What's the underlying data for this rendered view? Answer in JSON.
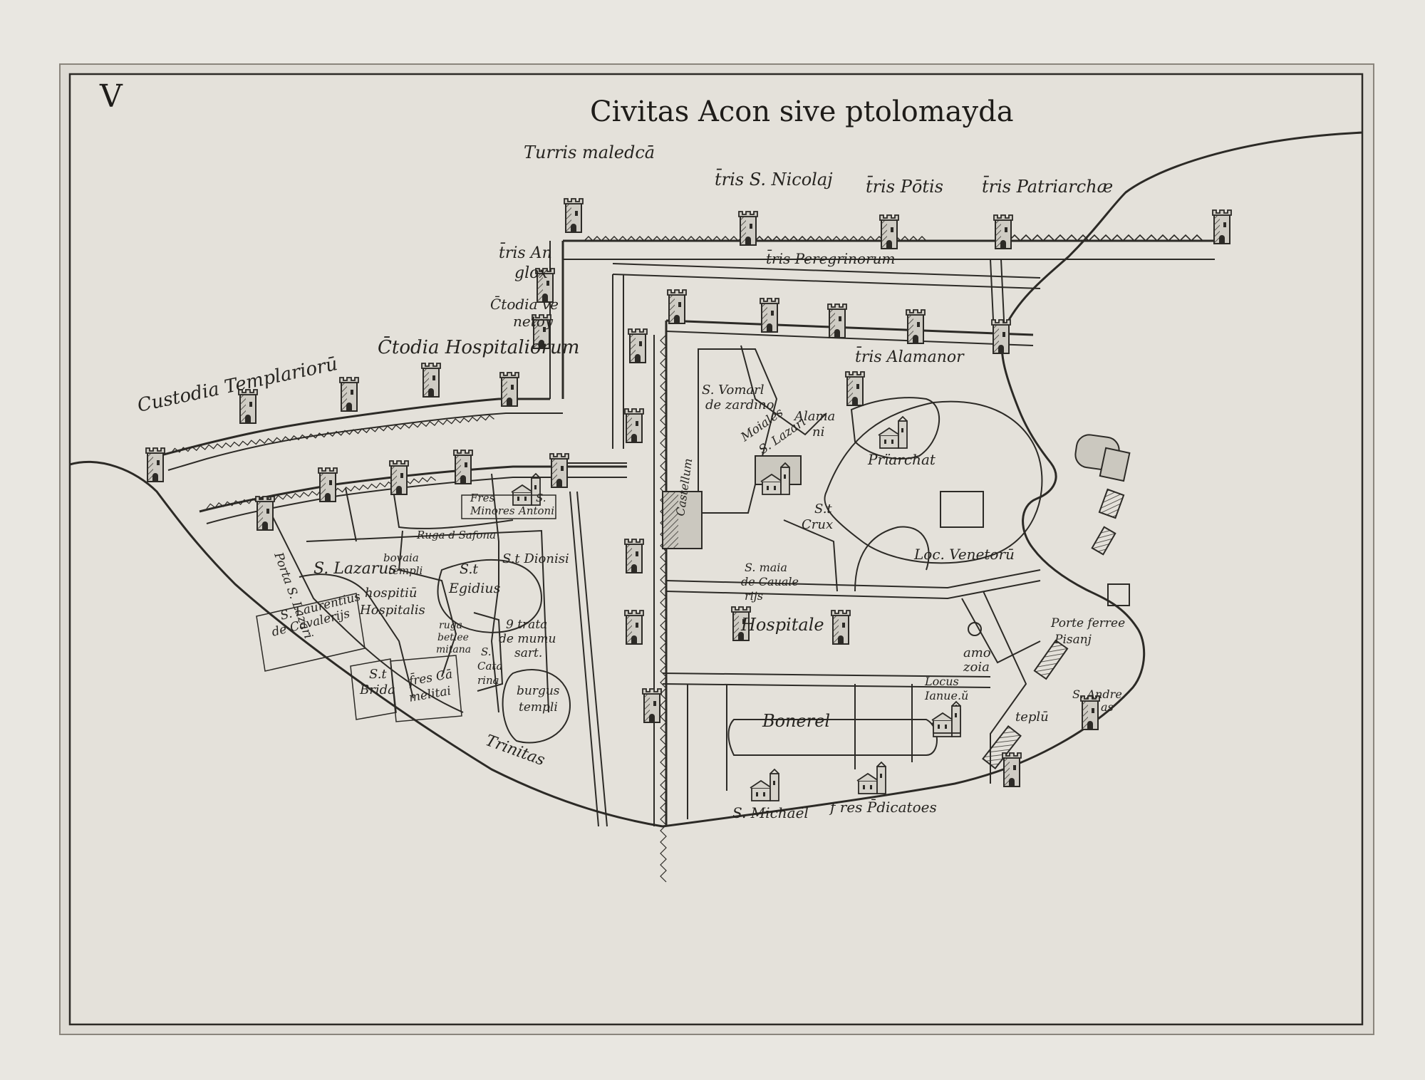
{
  "map": {
    "plate_mark": "V",
    "title": "Civitas Acon sive ptolomayda"
  },
  "labels": {
    "turris_maledca": "Turris maledcā",
    "tris_nicolai": "t̄ris S. Nicolaj",
    "tris_potis": "t̄ris Pōtis",
    "tris_patriarche": "t̄ris Patriarchæ",
    "tris_peregrinorum": "t̄ris Peregrinorum",
    "tris_anglox_1": "t̄ris An",
    "tris_anglox_2": "glox",
    "ctodia_venetoy_1": "C̄todia ve",
    "ctodia_venetoy_2": "netoy",
    "ctodia_hospitaliorum": "C̄todia Hospitaliorum",
    "custodia_templariorum": "Custodia Templariorū",
    "tris_alamanor": "t̄ris Alamanor",
    "s_vomarl_1": "S. Vomarl",
    "s_vomarl_2": "de zardino",
    "alamani_1": "Alama",
    "alamani_2": "ni",
    "moiales_1": "Moiales",
    "moiales_2": "S. Lazari",
    "priarchat": "Prïarchat",
    "fres_minores_1": "Fres",
    "fres_minores_2": "Minores",
    "s_antoni_1": "S.",
    "s_antoni_2": "Antoni",
    "ruga_safona": "Ruga d Safona",
    "castellum": "Castellum",
    "s_crux_1": "S.t",
    "s_crux_2": "Crux",
    "loc_venetoru": "Loc. Venetorū",
    "porta_s_lazari": "Porta S. Lazari",
    "s_lazarus": "S. Lazarus",
    "bovaria_1": "bovaia",
    "bovaria_2": "templi",
    "s_egidius_1": "S.t",
    "s_egidius_2": "Egidius",
    "s_dionisi": "S.t Dionisi",
    "s_maria_1": "S. maia",
    "s_maria_2": "de Cauale",
    "s_maria_3": "rijs",
    "hospitiu_1": "hospitiū",
    "hospitiu_2": "Hospitalis",
    "s_laurentius_1": "S. Laurentius",
    "s_laurentius_2": "de Cavalerijs",
    "ruga_betlee_1": "ruga",
    "ruga_betlee_2": "betlee",
    "ruga_betlee_3": "mitana",
    "contrata_1": "9 trata",
    "contrata_2": "de mumu",
    "contrata_3": "sart.",
    "hospitale": "Hospitale",
    "amozoia_1": "amo",
    "amozoia_2": "zoia",
    "porte_ferree_1": "Porte ferree",
    "porte_ferree_2": "Pisanj",
    "s_catarina_1": "S.",
    "s_catarina_2": "Cata",
    "s_catarina_3": "rina",
    "s_brida_1": "S.t",
    "s_brida_2": "Brida",
    "fres_carmelitai_1": "f̄res Cā",
    "fres_carmelitai_2": "melitai",
    "burgus_1": "burgus",
    "burgus_2": "templi",
    "bonerel": "Bonerel",
    "locus_ianuesi_1": "Locus",
    "locus_ianuesi_2": "Ianue.ŭ",
    "templu": "teplū",
    "s_andreas_1": "S. Andre",
    "s_andreas_2": "as",
    "trinitas": "Trinitas",
    "s_michael": "S. Michaël",
    "fres_pdicatoes": "f res P̄dicatoes"
  },
  "colors": {
    "paper": "#e9e7e1",
    "ink": "#2c2a26",
    "plate": "#dedbd4"
  }
}
